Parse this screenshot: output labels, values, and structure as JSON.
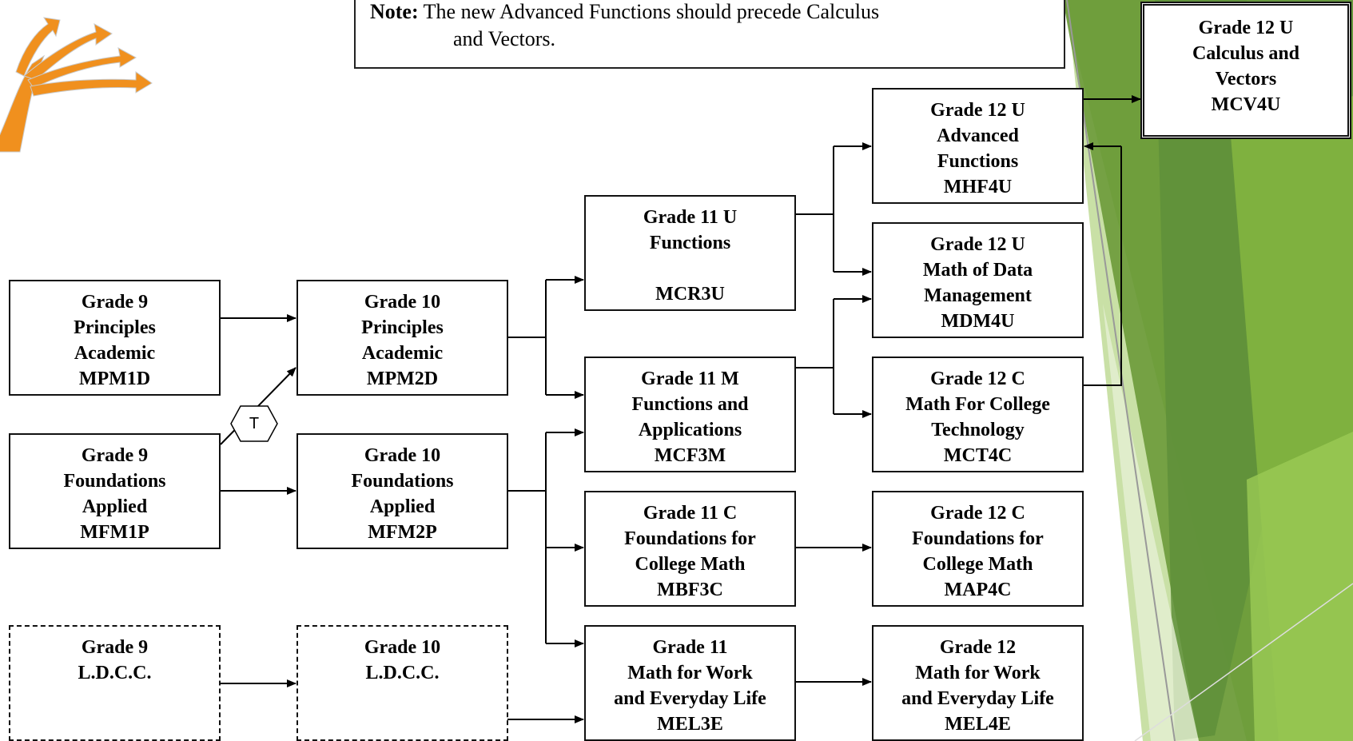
{
  "note": {
    "label": "Note:",
    "line1": "The new Advanced Functions should precede Calculus",
    "line2": "and Vectors."
  },
  "transfer_badge": "T",
  "courses": {
    "mcv4u": [
      "Grade 12 U",
      "Calculus and",
      "Vectors",
      "MCV4U"
    ],
    "mhf4u": [
      "Grade 12 U",
      "Advanced",
      "Functions",
      "MHF4U"
    ],
    "mcr3u": [
      "Grade 11 U",
      "Functions",
      "MCR3U"
    ],
    "mdm4u": [
      "Grade 12 U",
      "Math of Data",
      "Management",
      "MDM4U"
    ],
    "mpm1d": [
      "Grade 9",
      "Principles",
      "Academic",
      "MPM1D"
    ],
    "mpm2d": [
      "Grade 10",
      "Principles",
      "Academic",
      "MPM2D"
    ],
    "mcf3m": [
      "Grade 11 M",
      "Functions and",
      "Applications",
      "MCF3M"
    ],
    "mct4c": [
      "Grade 12 C",
      "Math For College",
      "Technology",
      "MCT4C"
    ],
    "mfm1p": [
      "Grade 9",
      "Foundations",
      "Applied",
      "MFM1P"
    ],
    "mfm2p": [
      "Grade 10",
      "Foundations",
      "Applied",
      "MFM2P"
    ],
    "mbf3c": [
      "Grade 11 C",
      "Foundations for",
      "College Math",
      "MBF3C"
    ],
    "map4c": [
      "Grade 12 C",
      "Foundations for",
      "College Math",
      "MAP4C"
    ],
    "ldcc9": [
      "Grade 9",
      "L.D.C.C."
    ],
    "ldcc10": [
      "Grade 10",
      "L.D.C.C."
    ],
    "mel3e": [
      "Grade 11",
      "Math for Work",
      "and Everyday Life",
      "MEL3E"
    ],
    "mel4e": [
      "Grade 12",
      "Math for Work",
      "and Everyday Life",
      "MEL4E"
    ]
  },
  "colors": {
    "green_dark": "#5f8f3a",
    "green_mid": "#7fb13f",
    "green_light": "#c9e0a6",
    "logo_orange": "#f0901e"
  }
}
